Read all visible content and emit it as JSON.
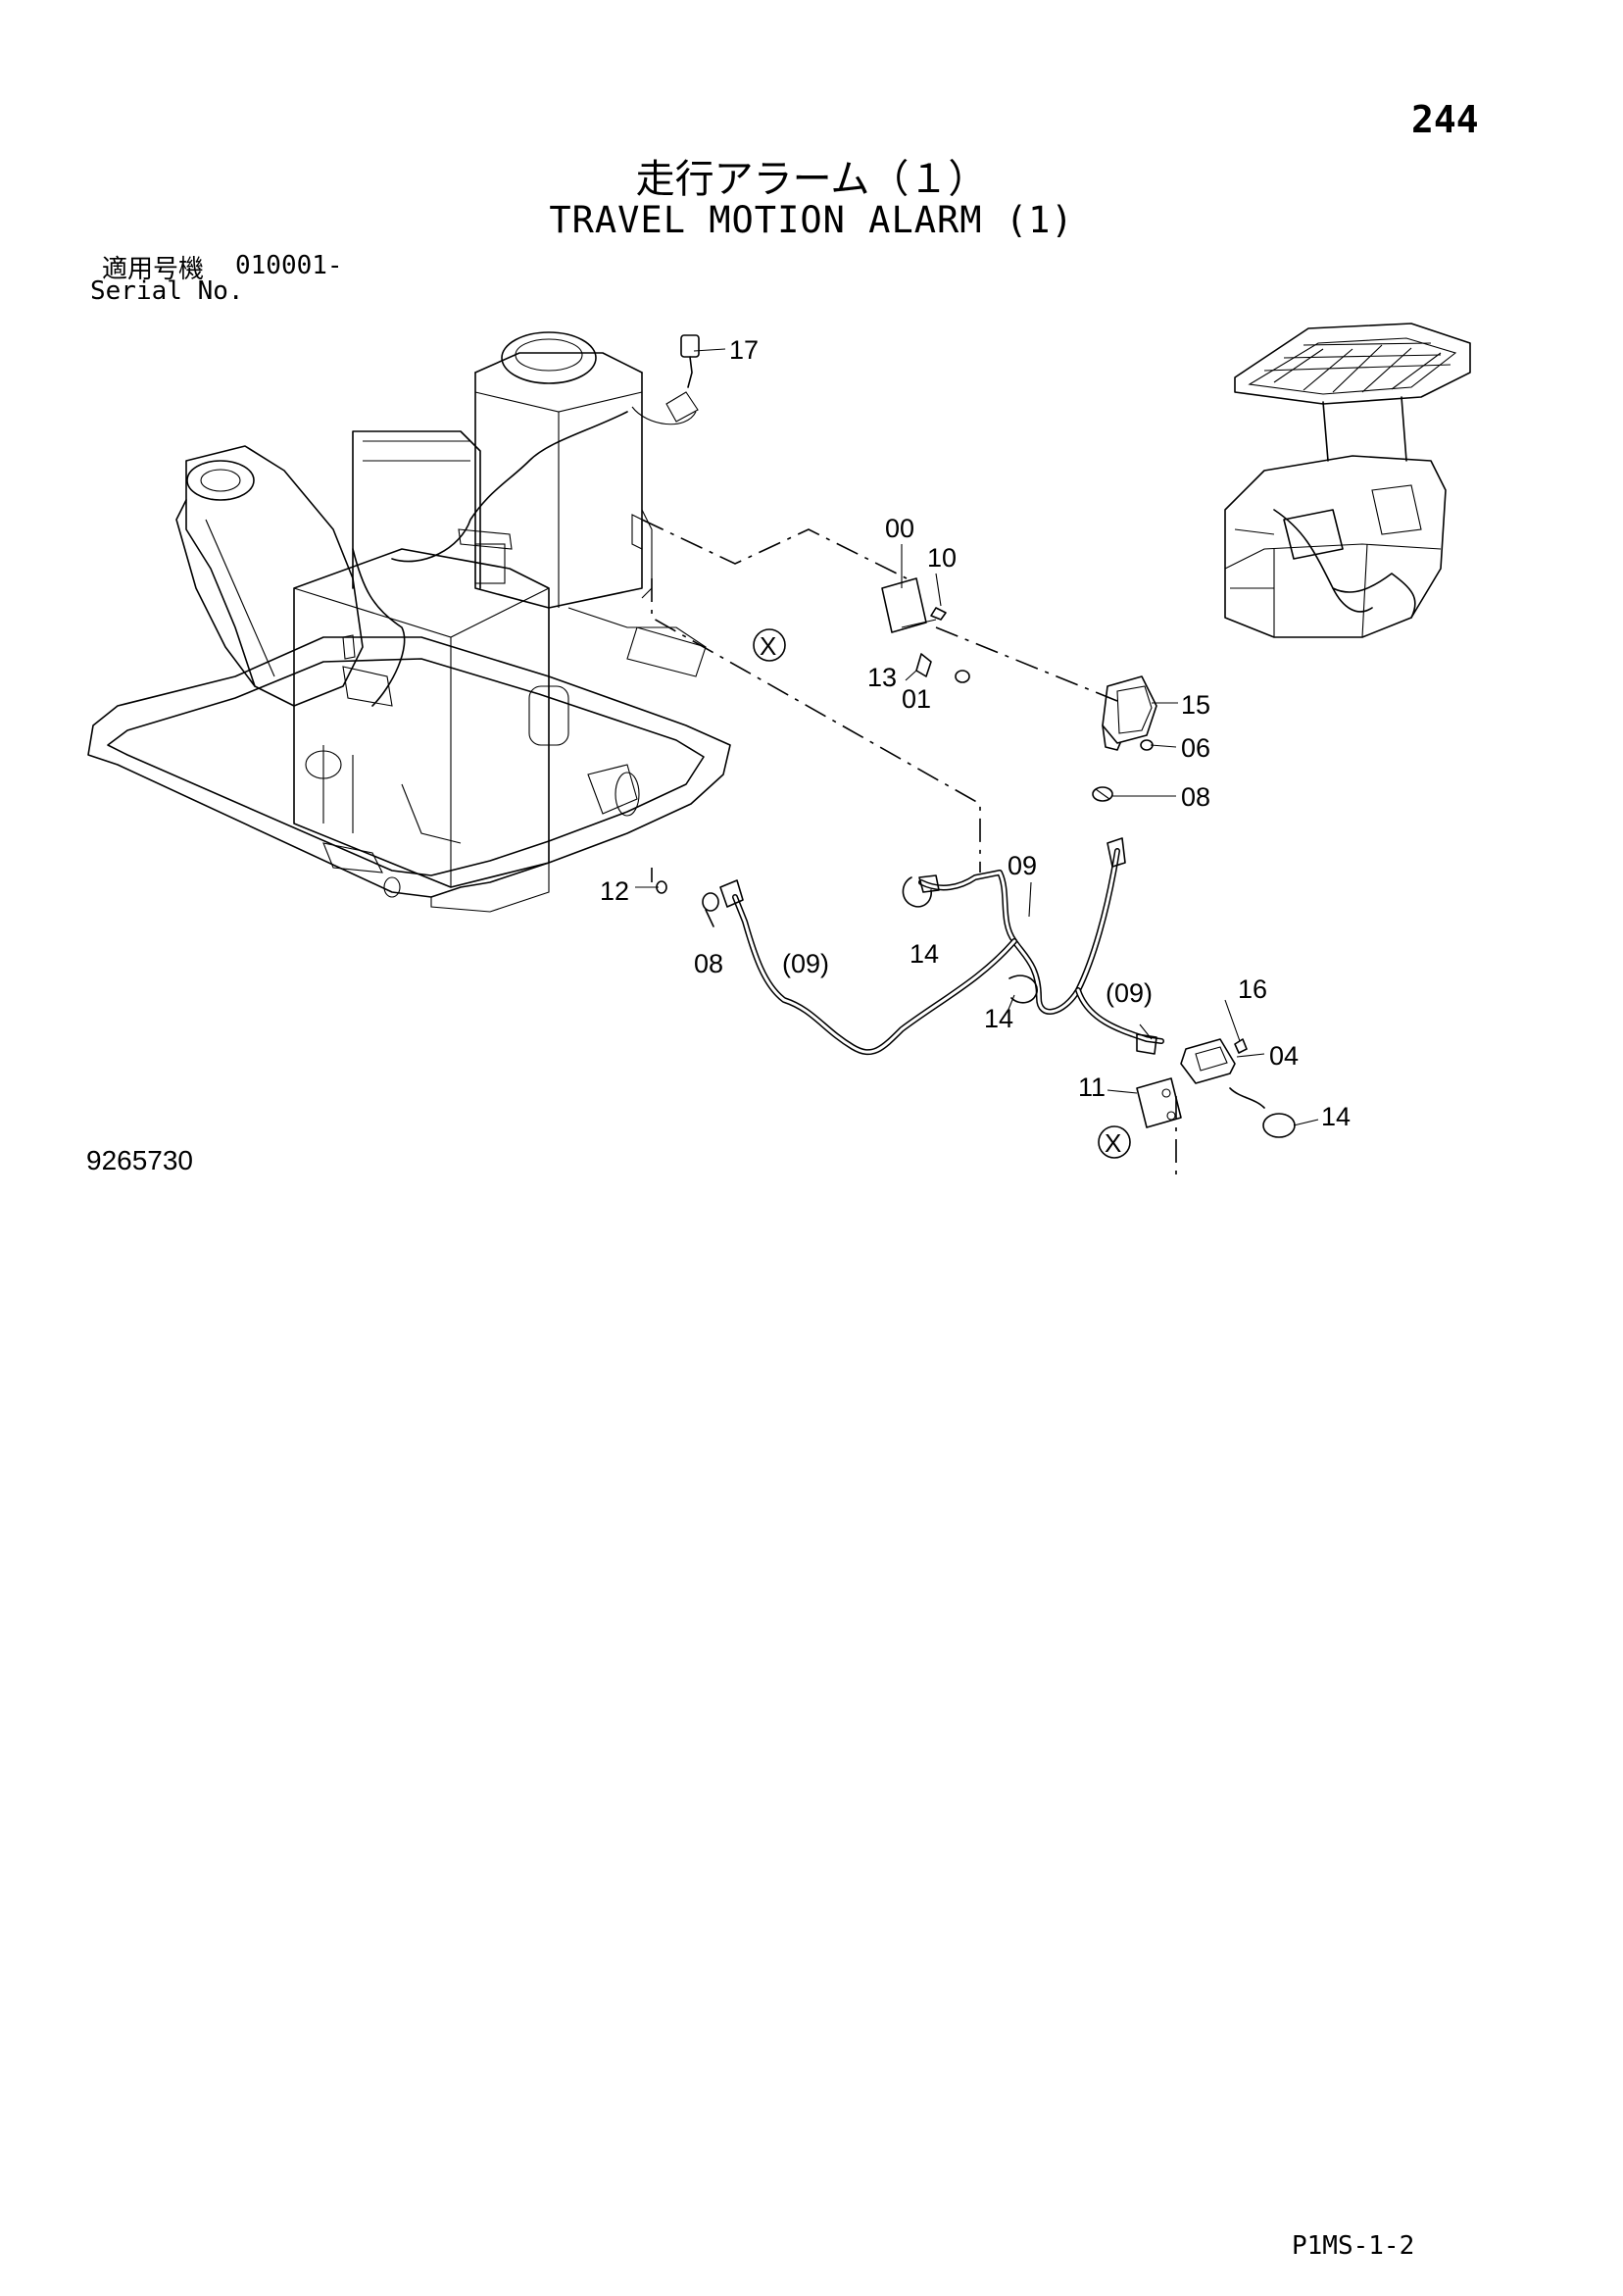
{
  "header": {
    "page_number": "244",
    "title_jp": "走行アラーム（１）",
    "title_en": "TRAVEL MOTION ALARM (1)"
  },
  "serial": {
    "label_jp": "適用号機",
    "range": "010001-",
    "label_en": "Serial No."
  },
  "callouts": {
    "c17": "17",
    "c00": "00",
    "c10": "10",
    "c13": "13",
    "c01": "01",
    "c15": "15",
    "c06": "06",
    "c08a": "08",
    "c12": "12",
    "c08b": "08",
    "c09_paren_left": "(09)",
    "c14a": "14",
    "c09": "09",
    "c14b": "14",
    "c09_paren_right": "(09)",
    "c16": "16",
    "c04": "04",
    "c11": "11",
    "c14c": "14",
    "x_ref_mark": "X"
  },
  "drawing_number": "9265730",
  "footer": {
    "code": "P1MS-1-2"
  }
}
